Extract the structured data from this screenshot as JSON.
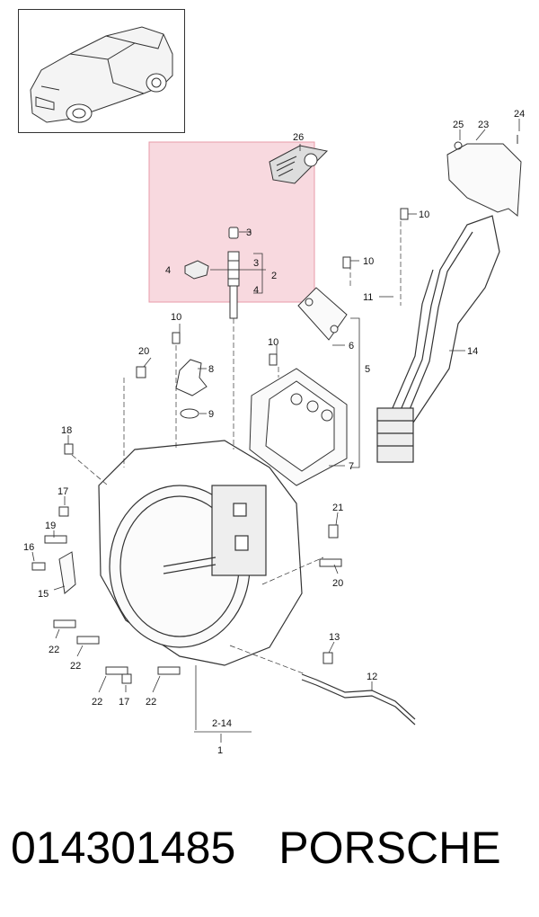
{
  "diagram": {
    "highlight_color": "#f7d3da",
    "highlight_stroke": "#e58a9a",
    "callouts": [
      {
        "id": "c26",
        "label": "26"
      },
      {
        "id": "c25",
        "label": "25"
      },
      {
        "id": "c23",
        "label": "23"
      },
      {
        "id": "c24",
        "label": "24"
      },
      {
        "id": "c3",
        "label": "3"
      },
      {
        "id": "c3b",
        "label": "3"
      },
      {
        "id": "c2",
        "label": "2"
      },
      {
        "id": "c4",
        "label": "4"
      },
      {
        "id": "c4b",
        "label": "4"
      },
      {
        "id": "c10a",
        "label": "10"
      },
      {
        "id": "c10b",
        "label": "10"
      },
      {
        "id": "c10c",
        "label": "10"
      },
      {
        "id": "c10d",
        "label": "10"
      },
      {
        "id": "c11",
        "label": "11"
      },
      {
        "id": "c6",
        "label": "6"
      },
      {
        "id": "c5",
        "label": "5"
      },
      {
        "id": "c14",
        "label": "14"
      },
      {
        "id": "c20a",
        "label": "20"
      },
      {
        "id": "c8",
        "label": "8"
      },
      {
        "id": "c9",
        "label": "9"
      },
      {
        "id": "c7",
        "label": "7"
      },
      {
        "id": "c18",
        "label": "18"
      },
      {
        "id": "c17a",
        "label": "17"
      },
      {
        "id": "c19",
        "label": "19"
      },
      {
        "id": "c16",
        "label": "16"
      },
      {
        "id": "c15",
        "label": "15"
      },
      {
        "id": "c21",
        "label": "21"
      },
      {
        "id": "c20b",
        "label": "20"
      },
      {
        "id": "c22a",
        "label": "22"
      },
      {
        "id": "c22b",
        "label": "22"
      },
      {
        "id": "c22c",
        "label": "22"
      },
      {
        "id": "c22d",
        "label": "22"
      },
      {
        "id": "c17b",
        "label": "17"
      },
      {
        "id": "c13",
        "label": "13"
      },
      {
        "id": "c12",
        "label": "12"
      },
      {
        "id": "c2-14",
        "label": "2-14"
      },
      {
        "id": "c1",
        "label": "1"
      }
    ]
  },
  "caption": {
    "part_number": "014301485",
    "brand": "PORSCHE"
  }
}
